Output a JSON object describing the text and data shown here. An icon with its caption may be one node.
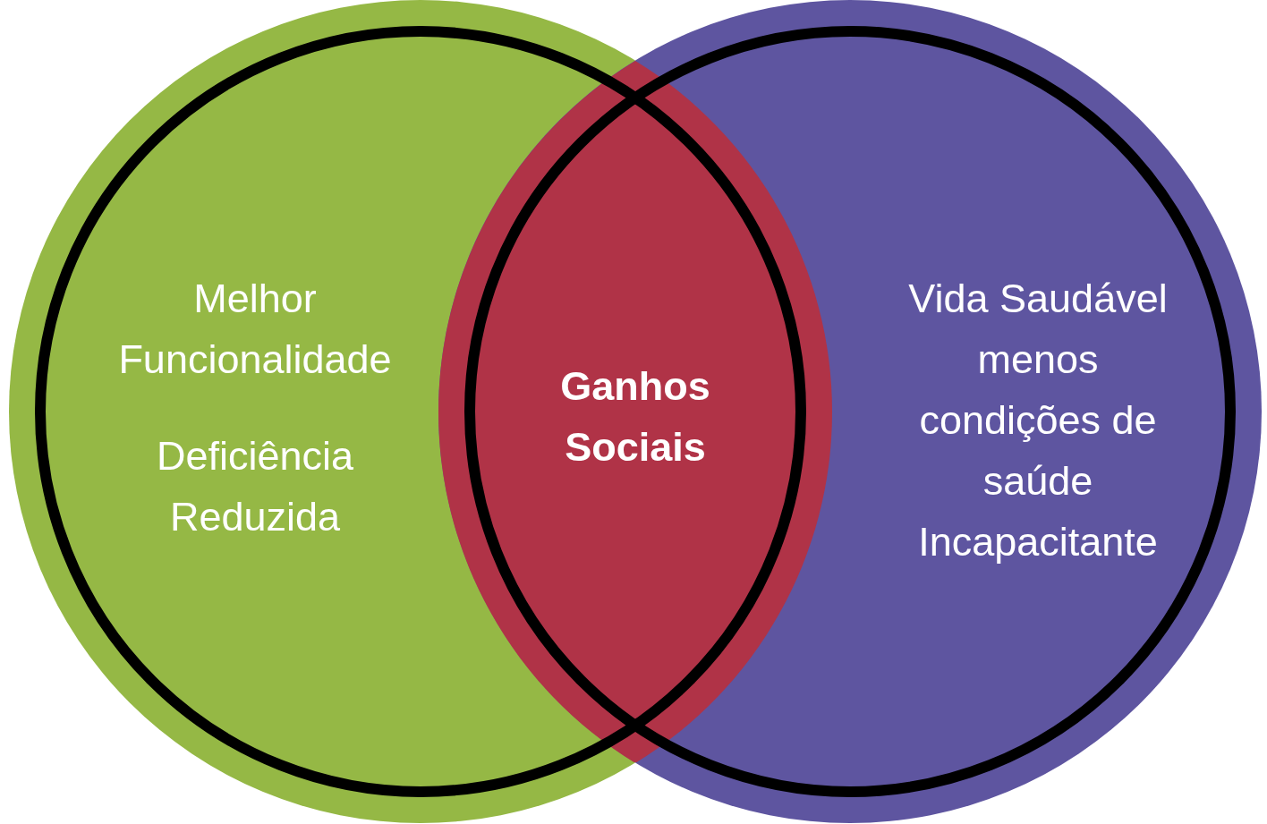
{
  "diagram": {
    "nodes": [
      {
        "text": [
          "Melhor Funcionalidade",
          "Deficiência Reduzida"
        ]
      },
      {
        "text": [
          "Vida Saudável menos condições de saúde Incapacitante"
        ]
      },
      {
        "text": [
          "Ganhos Sociais"
        ]
      }
    ]
  }
}
